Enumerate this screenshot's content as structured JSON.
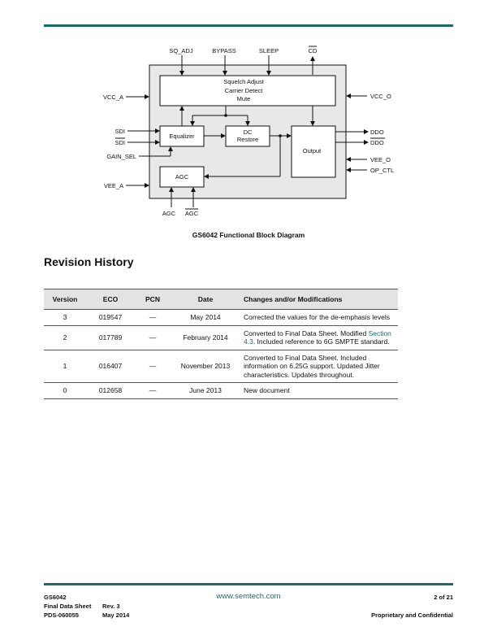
{
  "diagram": {
    "inputs_top": [
      "SQ_ADJ",
      "BYPASS",
      "SLEEP",
      "CD"
    ],
    "left_labels": {
      "vcc_a": "VCC_A",
      "sdi": "SDI",
      "sdi_bar": "SDI",
      "gain_sel": "GAIN_SEL",
      "vee_a": "VEE_A"
    },
    "right_labels": {
      "vcc_o": "VCC_O",
      "ddo": "DDO",
      "ddo_bar": "DDO",
      "vee_o": "VEE_O",
      "op_ctl": "OP_CTL"
    },
    "bottom_labels": [
      "AGC",
      "AGC"
    ],
    "blocks": {
      "squelch": [
        "Squelch Adjust",
        "Carrier Detect",
        "Mute"
      ],
      "equalizer": "Equalizer",
      "dc_restore": [
        "DC",
        "Restore"
      ],
      "output": "Output",
      "agc": "AGC"
    },
    "caption": "GS6042 Functional Block Diagram"
  },
  "section_title": "Revision History",
  "table": {
    "headers": [
      "Version",
      "ECO",
      "PCN",
      "Date",
      "Changes and/or Modifications"
    ],
    "rows": [
      {
        "version": "3",
        "eco": "019547",
        "pcn": "—",
        "date": "May 2014",
        "changes": "Corrected the values for the de-emphasis levels"
      },
      {
        "version": "2",
        "eco": "017789",
        "pcn": "—",
        "date": "February 2014",
        "changes_pre": "Converted to Final Data Sheet. Modified ",
        "changes_link": "Section 4.3",
        "changes_post": ". Included reference to 6G SMPTE standard."
      },
      {
        "version": "1",
        "eco": "016407",
        "pcn": "—",
        "date": "November 2013",
        "changes": "Converted to Final Data Sheet. Included information on 6.25G support. Updated Jitter characteristics. Updates throughout."
      },
      {
        "version": "0",
        "eco": "012658",
        "pcn": "—",
        "date": "June 2013",
        "changes": "New document"
      }
    ]
  },
  "footer": {
    "product": "GS6042",
    "doc_type": "Final Data Sheet",
    "doc_number": "PDS-060055",
    "rev": "Rev. 3",
    "date": "May 2014",
    "website": "www.semtech.com",
    "page": "2 of 21",
    "confidentiality": "Proprietary and Confidential"
  }
}
